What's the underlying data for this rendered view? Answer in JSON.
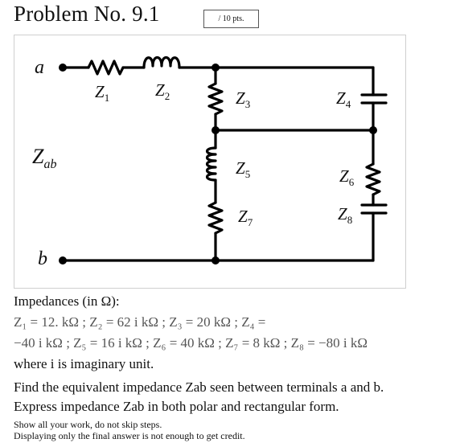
{
  "header": {
    "title": "Problem No. 9.1",
    "points": "/ 10 pts."
  },
  "circuit": {
    "terminal_a": "a",
    "terminal_b": "b",
    "zab_label": "Z",
    "zab_sub": "ab",
    "z1": "Z",
    "z1_sub": "1",
    "z2": "Z",
    "z2_sub": "2",
    "z3": "Z",
    "z3_sub": "3",
    "z4": "Z",
    "z4_sub": "4",
    "z5": "Z",
    "z5_sub": "5",
    "z6": "Z",
    "z6_sub": "6",
    "z7": "Z",
    "z7_sub": "7",
    "z8": "Z",
    "z8_sub": "8"
  },
  "problem": {
    "impedances_heading": "Impedances (in Ω):",
    "line1": "Z₁ = 12. kΩ ; Z₂ = 62 i kΩ ; Z₃ = 20 kΩ ; Z₄ =",
    "line2": "−40 i kΩ ; Z₅ = 16 i kΩ ; Z₆ = 40 kΩ ; Z₇ = 8 kΩ ; Z₈ = −80 i kΩ",
    "imag_note": "where i is imaginary unit.",
    "find_line": "Find the equivalent impedance Zab seen between terminals a and b.",
    "express_line": "Express impedance Zab in both polar and rectangular form.",
    "note1": "Show all your work, do not skip steps.",
    "note2": "Displaying only the final answer is not enough to get credit."
  }
}
